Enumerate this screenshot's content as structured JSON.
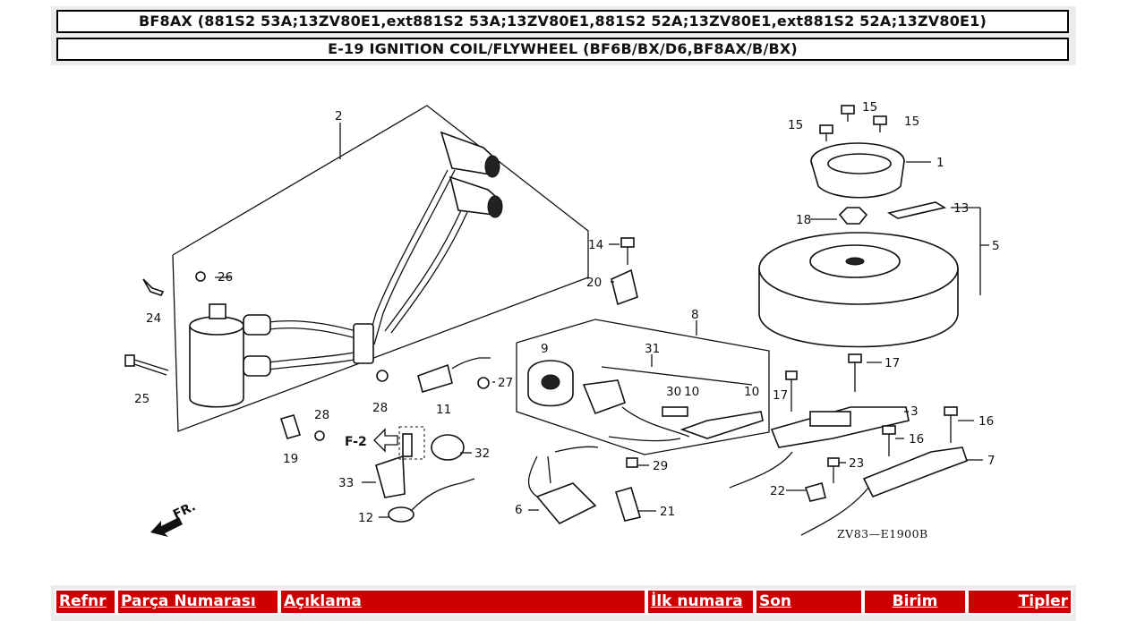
{
  "header": {
    "model_line": "BF8AX (881S2 53A;13ZV80E1,ext881S2 53A;13ZV80E1,881S2 52A;13ZV80E1,ext881S2 52A;13ZV80E1)",
    "section_line": "E-19 IGNITION COIL/FLYWHEEL (BF6B/BX/D6,BF8AX/B/BX)"
  },
  "diagram": {
    "drawing_code": "ZV83—E1900B",
    "view_ref": "F-2",
    "front_arrow_text": "FR.",
    "callouts": [
      "1",
      "2",
      "3",
      "5",
      "6",
      "7",
      "8",
      "9",
      "10",
      "10",
      "11",
      "12",
      "13",
      "14",
      "15",
      "15",
      "15",
      "16",
      "16",
      "17",
      "17",
      "18",
      "19",
      "20",
      "21",
      "22",
      "23",
      "24",
      "25",
      "26",
      "27",
      "28",
      "28",
      "29",
      "30",
      "31",
      "32",
      "33"
    ]
  },
  "table": {
    "columns": [
      "Refnr",
      "Parça Numarası",
      "Açıklama",
      "İlk numara",
      "Son",
      "Birim",
      "Tipler"
    ]
  }
}
